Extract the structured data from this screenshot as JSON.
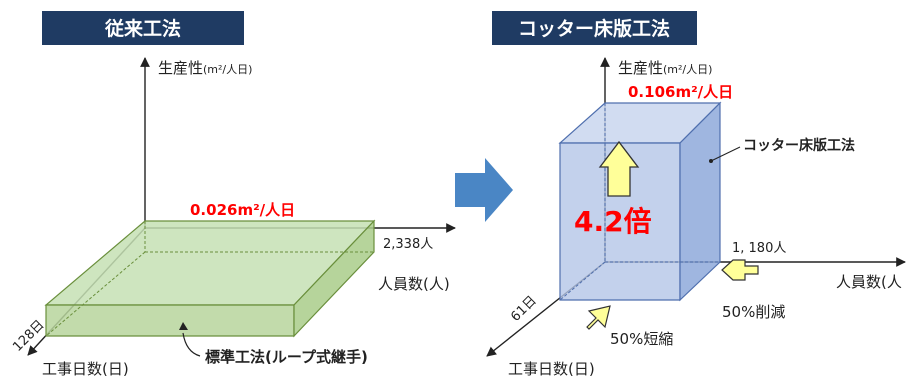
{
  "left": {
    "title": "従来工法",
    "axis_y_label": "生産性",
    "axis_y_unit": "(m²/人日)",
    "axis_x_label": "人員数(人)",
    "axis_z_label": "工事日数(日)",
    "productivity": "0.026m²/人日",
    "workers": "2,338人",
    "days": "128日",
    "method_label": "標準工法(ループ式継手)"
  },
  "right": {
    "title": "コッター床版工法",
    "axis_y_label": "生産性",
    "axis_y_unit": "(m²/人日)",
    "axis_x_label": "人員数(人",
    "axis_z_label": "工事日数(日)",
    "productivity": "0.106m²/人日",
    "multiplier": "4.2倍",
    "workers": "1, 180人",
    "days": "61日",
    "box_label": "コッター床版工法",
    "reduction": "50%削減",
    "shortening": "50%短縮"
  },
  "colors": {
    "title_bg": "#1f3b63",
    "green_box": "#c6e0b4",
    "green_edge": "#6a8f3c",
    "blue_box": "#b4c6e7",
    "blue_edge": "#4f6fae",
    "red_text": "#ff0000",
    "arrow_blue": "#4a86c5",
    "arrow_yellow": "#ffff99"
  }
}
